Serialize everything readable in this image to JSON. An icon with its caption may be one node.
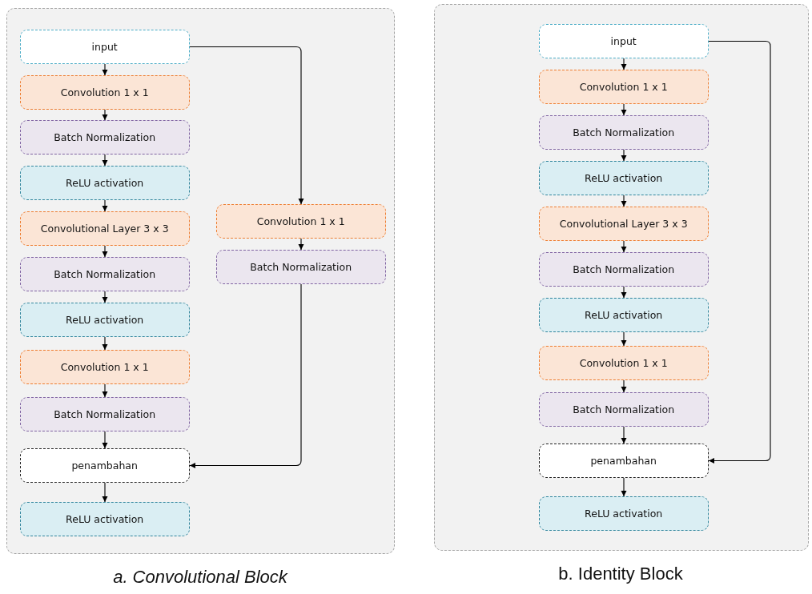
{
  "diagram": {
    "nodes": [
      {
        "text": [],
        "shape": "box"
      },
      {
        "text": [
          "input"
        ],
        "in": 0
      },
      {
        "text": [
          "Convolution 1 x 1"
        ],
        "in": 0
      },
      {
        "text": [
          "Batch Normalization"
        ],
        "in": 0
      },
      {
        "text": [
          "ReLU activation"
        ],
        "in": 0
      },
      {
        "text": [
          "Convolutional Layer 3 x 3"
        ],
        "in": 0
      },
      {
        "text": [
          "Batch Normalization"
        ],
        "in": 0
      },
      {
        "text": [
          "ReLU activation"
        ],
        "in": 0
      },
      {
        "text": [
          "Convolution 1 x 1"
        ],
        "in": 0
      },
      {
        "text": [
          "Batch Normalization"
        ],
        "in": 0
      },
      {
        "text": [
          "penambahan"
        ],
        "in": 0
      },
      {
        "text": [
          "ReLU activation"
        ],
        "in": 0
      },
      {
        "text": [
          "Convolution 1 x 1"
        ],
        "in": 0
      },
      {
        "text": [
          "Batch Normalization"
        ],
        "in": 0
      },
      {
        "text": [],
        "shape": "box"
      },
      {
        "text": [
          "input"
        ],
        "in": 14
      },
      {
        "text": [
          "Convolution 1 x 1"
        ],
        "in": 14
      },
      {
        "text": [
          "Batch Normalization"
        ],
        "in": 14
      },
      {
        "text": [
          "ReLU activation"
        ],
        "in": 14
      },
      {
        "text": [
          "Convolutional Layer 3 x 3"
        ],
        "in": 14
      },
      {
        "text": [
          "Batch Normalization"
        ],
        "in": 14
      },
      {
        "text": [
          "ReLU activation"
        ],
        "in": 14
      },
      {
        "text": [
          "Convolution 1 x 1"
        ],
        "in": 14
      },
      {
        "text": [
          "Batch Normalization"
        ],
        "in": 14
      },
      {
        "text": [
          "penambahan"
        ],
        "in": 14
      },
      {
        "text": [
          "ReLU activation"
        ],
        "in": 14
      }
    ],
    "edges": [
      {
        "from": 1,
        "to": 2,
        "arrow": "to"
      },
      {
        "from": 2,
        "to": 3,
        "arrow": "to"
      },
      {
        "from": 3,
        "to": 4,
        "arrow": "to"
      },
      {
        "from": 4,
        "to": 5,
        "arrow": "to"
      },
      {
        "from": 5,
        "to": 6,
        "arrow": "to"
      },
      {
        "from": 6,
        "to": 7,
        "arrow": "to"
      },
      {
        "from": 7,
        "to": 8,
        "arrow": "to"
      },
      {
        "from": 8,
        "to": 9,
        "arrow": "to"
      },
      {
        "from": 9,
        "to": 10,
        "arrow": "to"
      },
      {
        "from": 10,
        "to": 11,
        "arrow": "to"
      },
      {
        "from": 1,
        "to": 12,
        "arrow": "to"
      },
      {
        "from": 12,
        "to": 13,
        "arrow": "to"
      },
      {
        "from": 13,
        "to": 10,
        "arrow": "to"
      },
      {
        "from": 15,
        "to": 16,
        "arrow": "to"
      },
      {
        "from": 16,
        "to": 17,
        "arrow": "to"
      },
      {
        "from": 17,
        "to": 18,
        "arrow": "to"
      },
      {
        "from": 18,
        "to": 19,
        "arrow": "to"
      },
      {
        "from": 19,
        "to": 20,
        "arrow": "to"
      },
      {
        "from": 20,
        "to": 21,
        "arrow": "to"
      },
      {
        "from": 21,
        "to": 22,
        "arrow": "to"
      },
      {
        "from": 22,
        "to": 23,
        "arrow": "to"
      },
      {
        "from": 23,
        "to": 24,
        "arrow": "to"
      },
      {
        "from": 24,
        "to": 25,
        "arrow": "to"
      },
      {
        "from": 15,
        "to": 24,
        "arrow": "to"
      }
    ],
    "labels": [
      "a. Convolutional Block",
      "b. Identity Block"
    ]
  }
}
